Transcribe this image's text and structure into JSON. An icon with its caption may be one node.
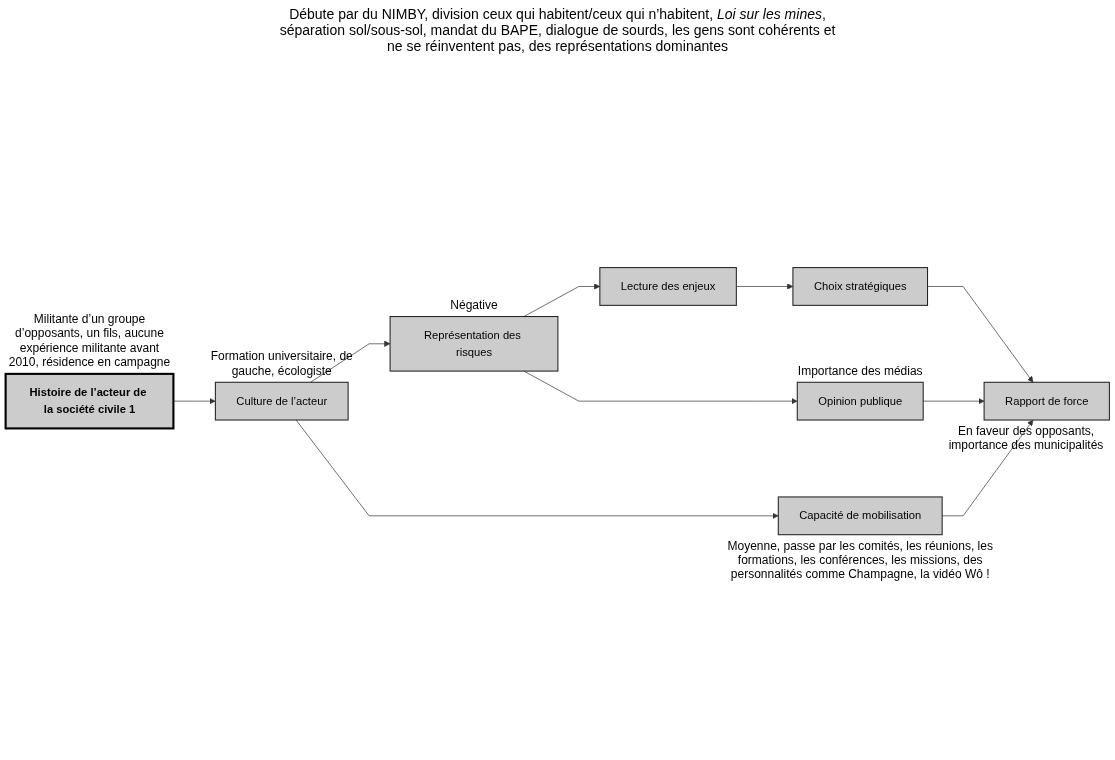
{
  "diagram": {
    "nodes": [
      {
        "text": [
          "Histoire de l’acteur de la société civile 1"
        ],
        "beside": [
          "Militante d’un groupe d’opposants, un fils, aucune expérience militante avant 2010, résidence en campagne"
        ]
      },
      {
        "text": [
          "Culture de l’acteur"
        ],
        "beside": [
          "Formation universitaire, de gauche, écologiste"
        ]
      },
      {
        "text": [
          "Représentation des risques"
        ],
        "beside": [
          "Négative"
        ]
      },
      {
        "text": [
          "Lecture des enjeux"
        ]
      },
      {
        "text": [
          "Opinion publique"
        ],
        "beside": [
          "Importance des médias"
        ]
      },
      {
        "text": [
          "Capacité de mobilisation"
        ],
        "beside": [
          "Moyenne, passe par les comités, les réunions, les formations, les conférences, les missions, des personnalités comme Champagne, la vidéo Wô !"
        ]
      },
      {
        "text": [
          "Choix stratégiques"
        ]
      },
      {
        "text": [
          "Rapport de force"
        ],
        "beside": [
          "En faveur des opposants, importance des municipalités"
        ]
      }
    ],
    "edges": [
      {
        "from": 0,
        "to": 1,
        "arrow": "to"
      },
      {
        "from": 1,
        "to": 2,
        "arrow": "to"
      },
      {
        "from": 1,
        "to": 5,
        "arrow": "to"
      },
      {
        "from": 2,
        "to": 3,
        "arrow": "to"
      },
      {
        "from": 2,
        "to": 4,
        "arrow": "to"
      },
      {
        "from": 3,
        "to": 6,
        "arrow": "to"
      },
      {
        "from": 6,
        "to": 7,
        "arrow": "to"
      },
      {
        "from": 4,
        "to": 7,
        "arrow": "to"
      },
      {
        "from": 5,
        "to": 7,
        "arrow": "to"
      }
    ],
    "labels": [
      "Débute par du NIMBY, division ceux qui habitent/ceux qui n’habitent, *Loi sur les mines*, séparation sol/sous-sol, mandat du BAPE, dialogue de sourds, les gens sont cohérents et ne se réinventent pas, des représentations dominantes"
    ]
  }
}
